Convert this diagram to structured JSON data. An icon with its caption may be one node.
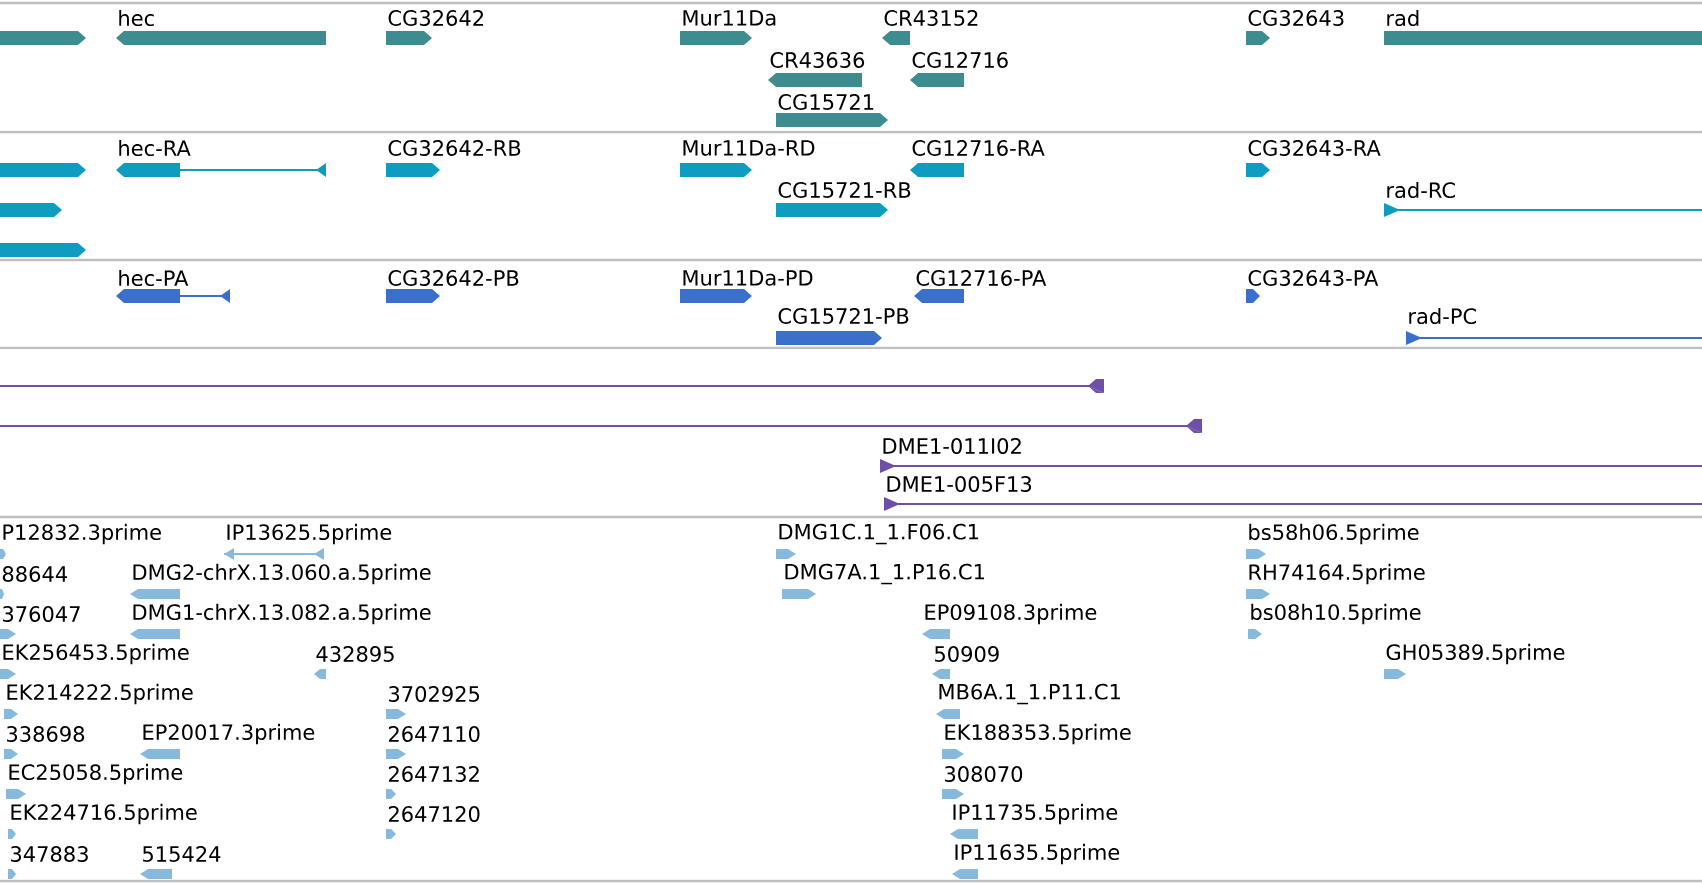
{
  "diagram": {
    "nodes": [
      {
        "text": [],
        "shape": "bar"
      },
      {
        "text": [
          "hec"
        ]
      },
      {
        "text": [
          "CG32642"
        ]
      },
      {
        "text": [
          "Mur11Da"
        ]
      },
      {
        "text": [
          "CR43152"
        ]
      },
      {
        "text": [
          "CG32643"
        ]
      },
      {
        "text": [
          "rad"
        ]
      },
      {
        "text": [
          "CR43636"
        ]
      },
      {
        "text": [
          "CG12716"
        ]
      },
      {
        "text": [
          "CG15721"
        ]
      },
      {
        "text": [],
        "shape": "bar"
      },
      {
        "text": [
          "hec-RA"
        ]
      },
      {
        "text": [
          "CG32642-RB"
        ]
      },
      {
        "text": [
          "Mur11Da-RD"
        ]
      },
      {
        "text": [
          "CG12716-RA"
        ]
      },
      {
        "text": [
          "CG32643-RA"
        ]
      },
      {
        "text": [],
        "shape": "bar"
      },
      {
        "text": [
          "CG15721-RB"
        ]
      },
      {
        "text": [
          "rad-RC"
        ]
      },
      {
        "text": [],
        "shape": "bar"
      },
      {
        "text": [
          "hec-PA"
        ]
      },
      {
        "text": [
          "CG32642-PB"
        ]
      },
      {
        "text": [
          "Mur11Da-PD"
        ]
      },
      {
        "text": [
          "CG12716-PA"
        ]
      },
      {
        "text": [
          "CG32643-PA"
        ]
      },
      {
        "text": [
          "CG15721-PB"
        ]
      },
      {
        "text": [
          "rad-PC"
        ]
      },
      {
        "text": [],
        "shape": "bar"
      },
      {
        "text": [],
        "shape": "bar"
      },
      {
        "text": [
          "DME1-011I02"
        ]
      },
      {
        "text": [
          "DME1-005F13"
        ]
      },
      {
        "text": [
          "P12832.3prime"
        ]
      },
      {
        "text": [
          "IP13625.5prime"
        ]
      },
      {
        "text": [
          "DMG1C.1_1.F06.C1"
        ]
      },
      {
        "text": [
          "bs58h06.5prime"
        ]
      },
      {
        "text": [
          "88644"
        ]
      },
      {
        "text": [
          "DMG2-chrX.13.060.a.5prime"
        ]
      },
      {
        "text": [
          "DMG7A.1_1.P16.C1"
        ]
      },
      {
        "text": [
          "RH74164.5prime"
        ]
      },
      {
        "text": [
          "376047"
        ]
      },
      {
        "text": [
          "DMG1-chrX.13.082.a.5prime"
        ]
      },
      {
        "text": [
          "EP09108.3prime"
        ]
      },
      {
        "text": [
          "bs08h10.5prime"
        ]
      },
      {
        "text": [
          "EK256453.5prime"
        ]
      },
      {
        "text": [
          "432895"
        ]
      },
      {
        "text": [
          "50909"
        ]
      },
      {
        "text": [
          "GH05389.5prime"
        ]
      },
      {
        "text": [
          "EK214222.5prime"
        ]
      },
      {
        "text": [
          "3702925"
        ]
      },
      {
        "text": [
          "MB6A.1_1.P11.C1"
        ]
      },
      {
        "text": [
          "338698"
        ]
      },
      {
        "text": [
          "EP20017.3prime"
        ]
      },
      {
        "text": [
          "2647110"
        ]
      },
      {
        "text": [
          "EK188353.5prime"
        ]
      },
      {
        "text": [
          "EC25058.5prime"
        ]
      },
      {
        "text": [
          "2647132"
        ]
      },
      {
        "text": [
          "308070"
        ]
      },
      {
        "text": [
          "EK224716.5prime"
        ]
      },
      {
        "text": [
          "2647120"
        ]
      },
      {
        "text": [
          "IP11735.5prime"
        ]
      },
      {
        "text": [
          "347883"
        ]
      },
      {
        "text": [
          "515424"
        ]
      },
      {
        "text": [
          "IP11635.5prime"
        ]
      }
    ]
  }
}
